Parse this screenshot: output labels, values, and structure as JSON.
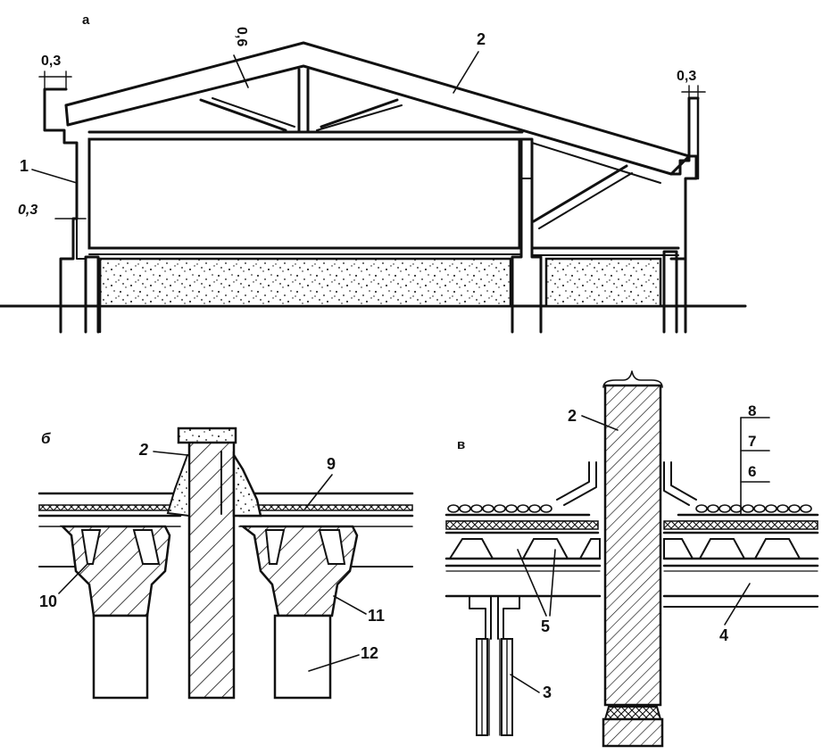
{
  "panels": {
    "a": {
      "letter": "а"
    },
    "b": {
      "letter": "б"
    },
    "v": {
      "letter": "в"
    }
  },
  "dimensions": {
    "left_parapet": "0,3",
    "left_wall_step": "0,3",
    "roof_slope": "0,6",
    "right_parapet": "0,3"
  },
  "callouts": {
    "n1": "1",
    "n2_a": "2",
    "n2_b": "2",
    "n2_v": "2",
    "n3": "3",
    "n4": "4",
    "n5": "5",
    "n6": "6",
    "n7": "7",
    "n8": "8",
    "n9": "9",
    "n10": "10",
    "n11": "11",
    "n12": "12"
  },
  "colors": {
    "ink": "#111111",
    "paper": "#ffffff"
  }
}
